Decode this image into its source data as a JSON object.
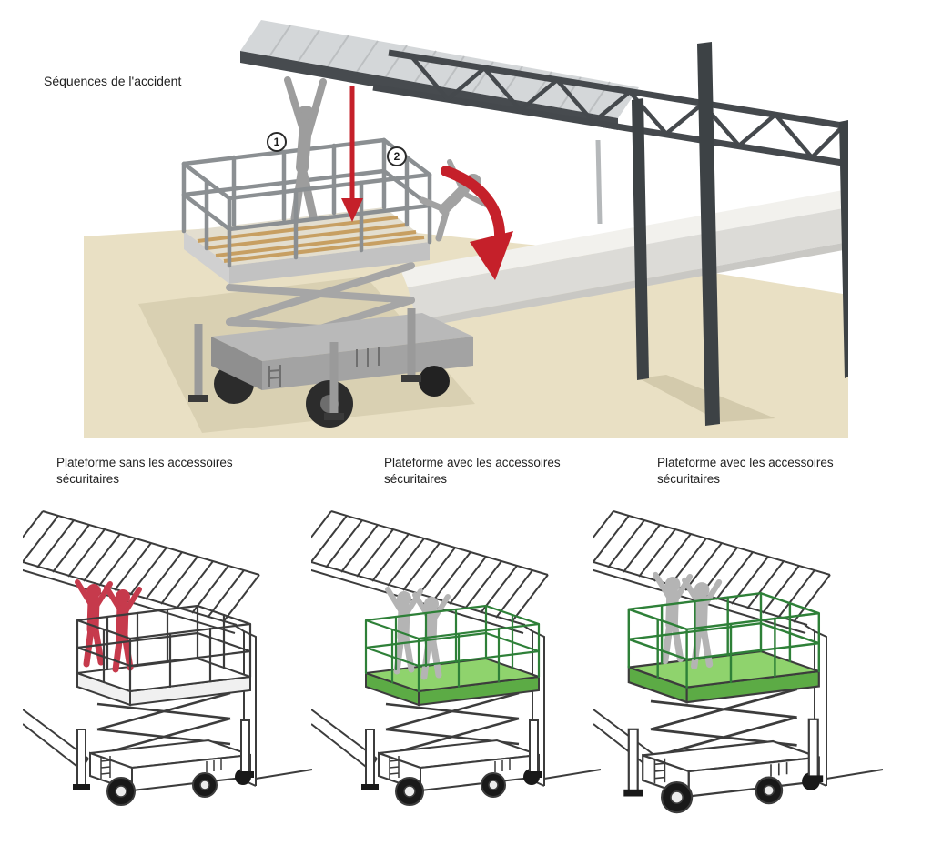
{
  "accident_panel": {
    "title": "Séquences de l'accident",
    "step1": "1",
    "step2": "2"
  },
  "panels": [
    {
      "caption": "Plateforme sans les accessoires sécuritaires",
      "variant": "unsafe"
    },
    {
      "caption": "Plateforme avec les accessoires sécuritaires",
      "variant": "safe"
    },
    {
      "caption": "Plateforme avec les accessoires sécuritaires",
      "variant": "safe"
    }
  ],
  "colors": {
    "danger_red": "#c5202a",
    "unsafe_figure_red": "#c63a4c",
    "safe_platform_green": "#8fd36d",
    "safe_rail_green": "#2e8038",
    "ground_beige": "#e9e0c4",
    "steel_dark": "#3d4245",
    "figure_gray": "#a2a2a2"
  }
}
